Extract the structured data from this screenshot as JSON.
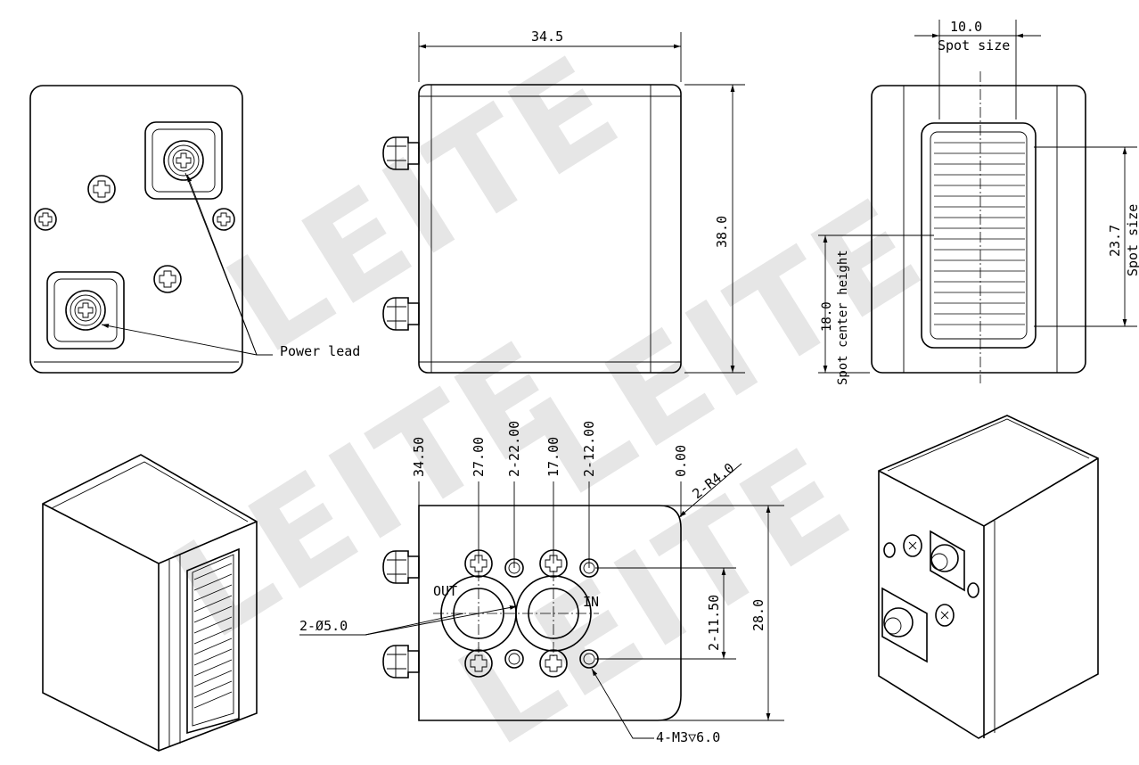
{
  "watermark": "LEITE",
  "labels": {
    "power_lead": "Power lead",
    "spot_size_w": "Spot size",
    "spot_size_h": "Spot size",
    "spot_center_height": "Spot center height",
    "out": "OUT",
    "in": "IN",
    "hole_spec": "4-M3▽6.0",
    "port_dia": "2-Ø5.0",
    "corner_radius": "2-R4.0"
  },
  "dimensions": {
    "length": "34.5",
    "height": "38.0",
    "spot_width": "10.0",
    "spot_height": "23.7",
    "spot_center": "18.0",
    "depth": "28.0",
    "hole_pitch": "2-11.50"
  },
  "ordinates": [
    "34.50",
    "27.00",
    "2-22.00",
    "17.00",
    "2-12.00",
    "0.00"
  ]
}
